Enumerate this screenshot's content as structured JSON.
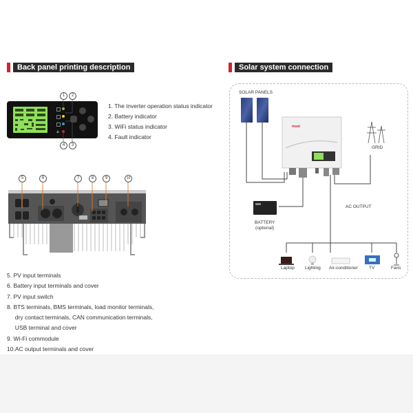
{
  "left_section": {
    "title": "Back panel printing description",
    "indicator_callouts": [
      "1",
      "2",
      "3",
      "4"
    ],
    "indicator_list": [
      "1.  The inverter operation status indicator",
      "2.  Battery indicator",
      "3.  WiFi status indicator",
      "4.  Fault indicator"
    ],
    "terminal_callouts": [
      "5",
      "6",
      "7",
      "8",
      "9",
      "10"
    ],
    "terminal_list": [
      "5.  PV input terminals",
      "6.  Battery input terminals and cover",
      "7.  PV input switch",
      "8.  BTS terminals, BMS terminals, load monitor terminals,",
      "     dry contact terminals, CAN communication terminals,",
      "     USB terminal and cover",
      "9.  Wi-Fi commodule",
      "10.AC output terminals and cover"
    ],
    "indicator_colors": {
      "status": "#7ac143",
      "battery": "#f2d21b",
      "wifi": "#1fa3c8",
      "fault": "#e02020"
    }
  },
  "right_section": {
    "title": "Solar system connection",
    "solar_panels_label": "SOLAR PANELS",
    "grid_label": "GRID",
    "inverter_brand": "must",
    "battery_label": "BATTERY",
    "battery_note": "(optional)",
    "ac_output_label": "AC OUTPUT",
    "loads": [
      {
        "label": "Laptop",
        "icon": "laptop-icon"
      },
      {
        "label": "Lighting",
        "icon": "light-bulb-icon"
      },
      {
        "label": "Air-conditioner",
        "icon": "air-conditioner-icon"
      },
      {
        "label": "TV",
        "icon": "tv-icon"
      },
      {
        "label": "Fans",
        "icon": "fan-icon"
      }
    ]
  },
  "colors": {
    "accent_red": "#d8202a",
    "header_bg": "#2b2b2b",
    "lcd_green": "#8fe05a"
  }
}
